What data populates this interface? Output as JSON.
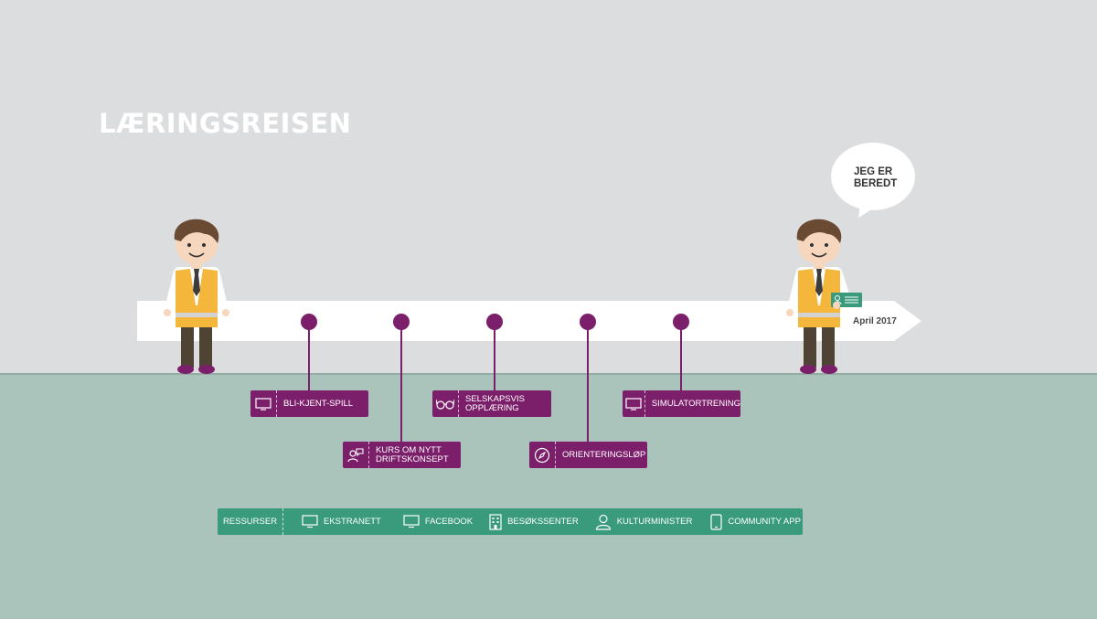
{
  "title": "LÆRINGSREISEN",
  "timeline": {
    "date_label": "April 2017"
  },
  "speech_bubble": "JEG ER\nBEREDT",
  "steps": [
    {
      "label": "BLI-KJENT-SPILL",
      "icon": "monitor-icon"
    },
    {
      "label": "KURS OM NYTT\nDRIFTSKONSEPT",
      "icon": "chat-person-icon"
    },
    {
      "label": "SELSKAPSVIS\nOPPLÆRING",
      "icon": "glasses-icon"
    },
    {
      "label": "ORIENTERINGSLØP",
      "icon": "compass-icon"
    },
    {
      "label": "SIMULATORTRENING",
      "icon": "monitor-icon"
    }
  ],
  "resources": {
    "label": "RESSURSER",
    "items": [
      {
        "label": "EKSTRANETT",
        "icon": "monitor-icon"
      },
      {
        "label": "FACEBOOK",
        "icon": "monitor-icon"
      },
      {
        "label": "BESØKSSENTER",
        "icon": "building-icon"
      },
      {
        "label": "KULTURMINISTER",
        "icon": "person-icon"
      },
      {
        "label": "COMMUNITY APP",
        "icon": "tablet-icon"
      }
    ]
  },
  "colors": {
    "sky": "#dcdddf",
    "ground": "#aac3bb",
    "step_purple": "#7c1f6b",
    "resource_green": "#3a9a7c",
    "vest_yellow": "#f5b73b"
  }
}
